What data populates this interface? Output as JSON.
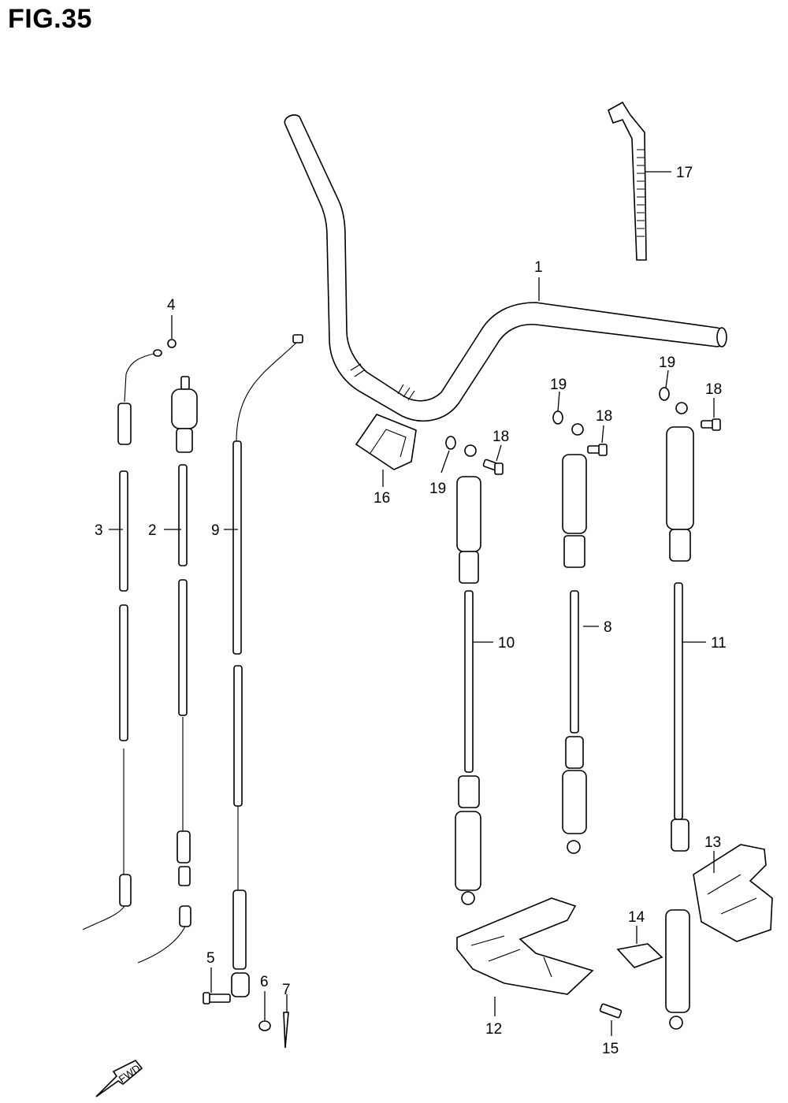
{
  "figure": {
    "title": "FIG.35"
  },
  "direction_arrow": {
    "label": "FWD",
    "icon": "forward-arrow-icon"
  },
  "callouts": [
    {
      "part": "handlebar",
      "number": "1"
    },
    {
      "part": "cable-2",
      "number": "2"
    },
    {
      "part": "cable-3",
      "number": "3"
    },
    {
      "part": "nut-4",
      "number": "4"
    },
    {
      "part": "bolt-5",
      "number": "5"
    },
    {
      "part": "washer-6",
      "number": "6"
    },
    {
      "part": "cotter-pin-7",
      "number": "7"
    },
    {
      "part": "cable-8",
      "number": "8"
    },
    {
      "part": "cable-9",
      "number": "9"
    },
    {
      "part": "cable-10",
      "number": "10"
    },
    {
      "part": "cable-11",
      "number": "11"
    },
    {
      "part": "bracket-12",
      "number": "12"
    },
    {
      "part": "bracket-13",
      "number": "13"
    },
    {
      "part": "clip-14",
      "number": "14"
    },
    {
      "part": "bolt-15",
      "number": "15"
    },
    {
      "part": "holder-16",
      "number": "16"
    },
    {
      "part": "cable-band-17",
      "number": "17"
    },
    {
      "part": "bolt-18-a",
      "number": "18"
    },
    {
      "part": "bolt-18-b",
      "number": "18"
    },
    {
      "part": "bolt-18-c",
      "number": "18"
    },
    {
      "part": "ring-19-a",
      "number": "19"
    },
    {
      "part": "ring-19-b",
      "number": "19"
    },
    {
      "part": "ring-19-c",
      "number": "19"
    }
  ]
}
